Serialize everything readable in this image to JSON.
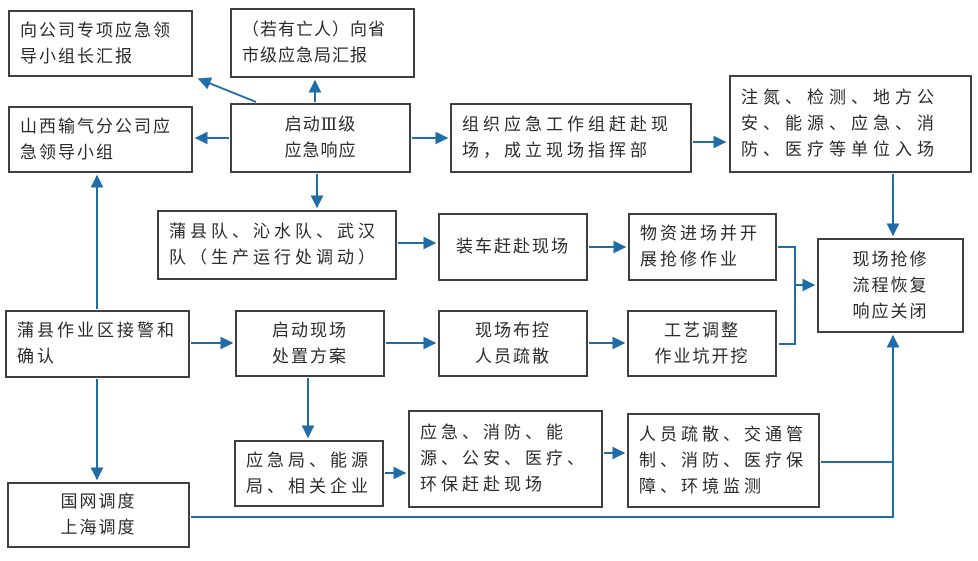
{
  "diagram": {
    "type": "flowchart",
    "language": "zh-CN",
    "colors": {
      "arrow": "#1f6ca8",
      "node_border": "#404040",
      "node_background": "#ffffff",
      "text": "#2b2b2b",
      "page_background": "#ffffff"
    },
    "nodes": [
      {
        "id": "report-company-leader",
        "text": "向公司专项应急领\n导小组长汇报"
      },
      {
        "id": "report-province-city",
        "text": "（若有亡人）向省\n市级应急局汇报"
      },
      {
        "id": "shanxi-leading-group",
        "text": "山西输气分公司应\n急领导小组"
      },
      {
        "id": "level3-response",
        "text": "启动Ⅲ级\n应急响应"
      },
      {
        "id": "work-group-command",
        "text": "组织应急工作组赶赴现\n场，成立现场指挥部"
      },
      {
        "id": "units-enter-site",
        "text": "注氮、检测、地方公\n安、能源、应急、消\n防、医疗等单位入场"
      },
      {
        "id": "rescue-teams",
        "text": "蒲县队、沁水队、武汉\n队（生产运行处调动）"
      },
      {
        "id": "load-and-go",
        "text": "装车赶赴现场"
      },
      {
        "id": "materials-repair",
        "text": "物资进场并开\n展抢修作业"
      },
      {
        "id": "closure",
        "text": "现场抢修\n流程恢复\n响应关闭"
      },
      {
        "id": "puxian-alarm-confirm",
        "text": "蒲县作业区接警和\n确认"
      },
      {
        "id": "onsite-disposal-plan",
        "text": "启动现场\n处置方案"
      },
      {
        "id": "site-control-evacuate",
        "text": "现场布控\n人员疏散"
      },
      {
        "id": "process-adjust-pit",
        "text": "工艺调整\n作业坑开挖"
      },
      {
        "id": "local-bureaus",
        "text": "应急局、能源\n局、相关企业"
      },
      {
        "id": "bureaus-arrive-site",
        "text": "应急、消防、能\n源、公安、医疗、\n环保赶赴现场"
      },
      {
        "id": "local-support-actions",
        "text": "人员疏散、交通管\n制、消防、医疗保\n障、环境监测"
      },
      {
        "id": "grid-dispatch",
        "text": "国网调度\n上海调度"
      }
    ],
    "edges": [
      {
        "from": "level3-response",
        "to": "report-company-leader"
      },
      {
        "from": "level3-response",
        "to": "report-province-city"
      },
      {
        "from": "level3-response",
        "to": "shanxi-leading-group"
      },
      {
        "from": "level3-response",
        "to": "work-group-command"
      },
      {
        "from": "level3-response",
        "to": "rescue-teams"
      },
      {
        "from": "work-group-command",
        "to": "units-enter-site"
      },
      {
        "from": "units-enter-site",
        "to": "closure"
      },
      {
        "from": "rescue-teams",
        "to": "load-and-go"
      },
      {
        "from": "load-and-go",
        "to": "materials-repair"
      },
      {
        "from": "materials-repair",
        "to": "closure"
      },
      {
        "from": "process-adjust-pit",
        "to": "closure"
      },
      {
        "from": "puxian-alarm-confirm",
        "to": "shanxi-leading-group"
      },
      {
        "from": "puxian-alarm-confirm",
        "to": "onsite-disposal-plan"
      },
      {
        "from": "puxian-alarm-confirm",
        "to": "grid-dispatch"
      },
      {
        "from": "onsite-disposal-plan",
        "to": "site-control-evacuate"
      },
      {
        "from": "onsite-disposal-plan",
        "to": "local-bureaus"
      },
      {
        "from": "site-control-evacuate",
        "to": "process-adjust-pit"
      },
      {
        "from": "local-bureaus",
        "to": "bureaus-arrive-site"
      },
      {
        "from": "bureaus-arrive-site",
        "to": "local-support-actions"
      },
      {
        "from": "local-support-actions",
        "to": "closure"
      },
      {
        "from": "grid-dispatch",
        "to": "closure"
      }
    ]
  }
}
